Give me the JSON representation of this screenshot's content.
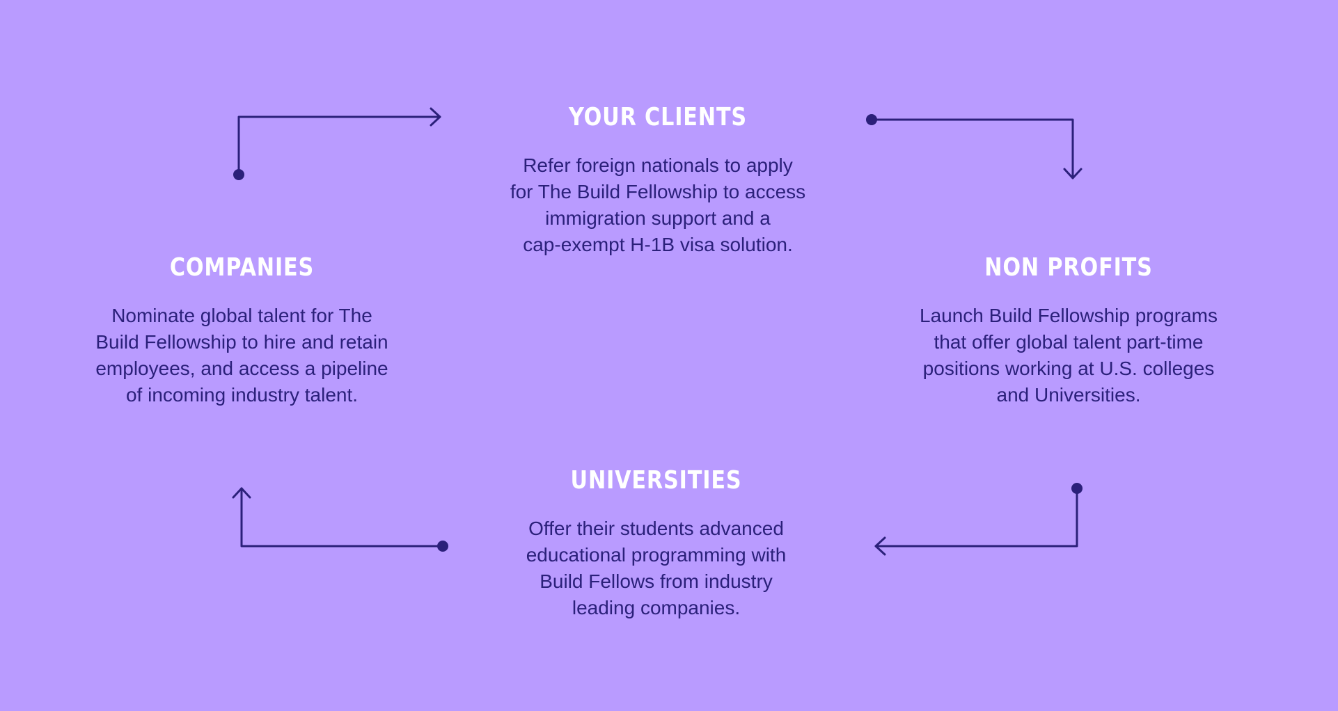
{
  "colors": {
    "background": "#b99bff",
    "title": "#ffffff",
    "text": "#2b207a",
    "connector": "#2b207a"
  },
  "nodes": {
    "your_clients": {
      "title": "YOUR CLIENTS",
      "lines": [
        "Refer foreign nationals to apply",
        "for The Build Fellowship to access",
        "immigration support and a",
        "cap-exempt H-1B visa solution."
      ]
    },
    "companies": {
      "title": "COMPANIES",
      "lines": [
        "Nominate global talent for The",
        "Build Fellowship to hire and retain",
        "employees, and access a pipeline",
        "of incoming industry talent."
      ]
    },
    "non_profits": {
      "title": "NON PROFITS",
      "lines": [
        "Launch Build Fellowship programs",
        "that offer global talent part-time",
        "positions working at U.S. colleges",
        "and Universities."
      ]
    },
    "universities": {
      "title": "UNIVERSITIES",
      "lines": [
        "Offer their students advanced",
        "educational programming with",
        "Build Fellows from industry",
        "leading companies."
      ]
    }
  },
  "connectors": [
    {
      "name": "companies-to-your-clients-arrow"
    },
    {
      "name": "your-clients-to-non-profits-arrow"
    },
    {
      "name": "non-profits-to-universities-arrow"
    },
    {
      "name": "universities-to-companies-arrow"
    }
  ]
}
